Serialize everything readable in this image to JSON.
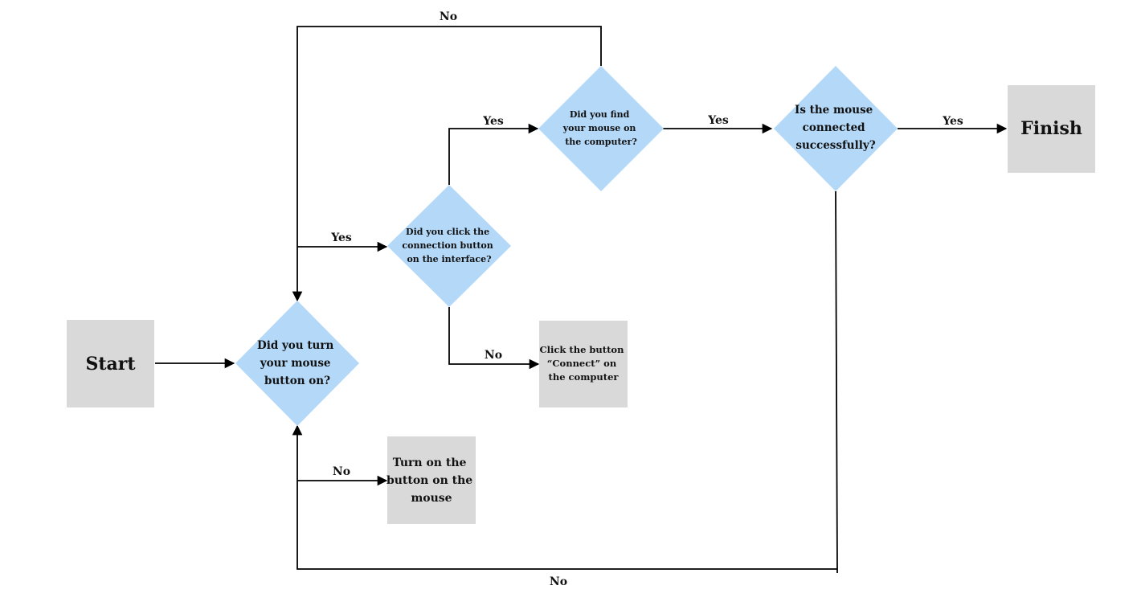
{
  "colors": {
    "terminal_fill": "#d9d9d9",
    "decision_fill": "#b4d8f8",
    "line": "#000000"
  },
  "nodes": {
    "start": "Start",
    "finish": "Finish",
    "d_turn": [
      "Did you turn",
      "your mouse",
      "button on?"
    ],
    "d_click": [
      "Did you click the",
      "connection button",
      "on the interface?"
    ],
    "d_find": [
      "Did you find",
      "your mouse on",
      "the computer?"
    ],
    "d_connected": [
      "Is the mouse",
      "connected",
      "successfully?"
    ],
    "p_connect": [
      "Click the button",
      "“Connect” on",
      "the computer"
    ],
    "p_turn_on": [
      "Turn on the",
      "button on the",
      "mouse"
    ]
  },
  "edge_labels": {
    "find_no": "No",
    "find_yes": "Yes",
    "found_yes": "Yes",
    "connected_yes": "Yes",
    "turn_yes": "Yes",
    "click_no": "No",
    "turn_no": "No",
    "connected_no": "No"
  }
}
